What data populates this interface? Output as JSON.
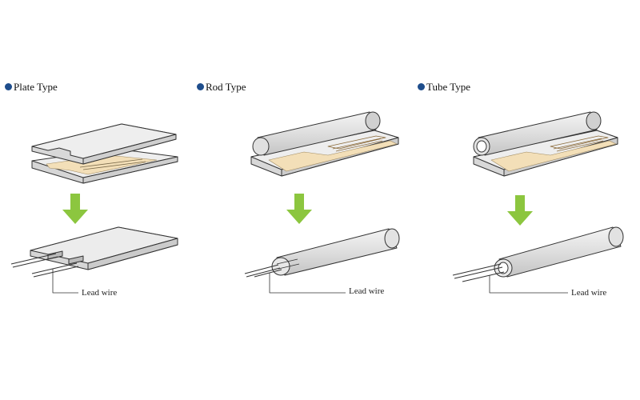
{
  "panels": [
    {
      "title": "Plate Type",
      "lead_label": "Lead wire"
    },
    {
      "title": "Rod Type",
      "lead_label": "Lead wire"
    },
    {
      "title": "Tube Type",
      "lead_label": "Lead wire"
    }
  ],
  "colors": {
    "bullet": "#1e4d8c",
    "arrow": "#8cc63f",
    "heater_foil": "#f3dfb8",
    "plate_fill": "#ededed",
    "line": "#333333"
  },
  "icons": [
    "bullet-dot-icon",
    "down-arrow-icon"
  ]
}
